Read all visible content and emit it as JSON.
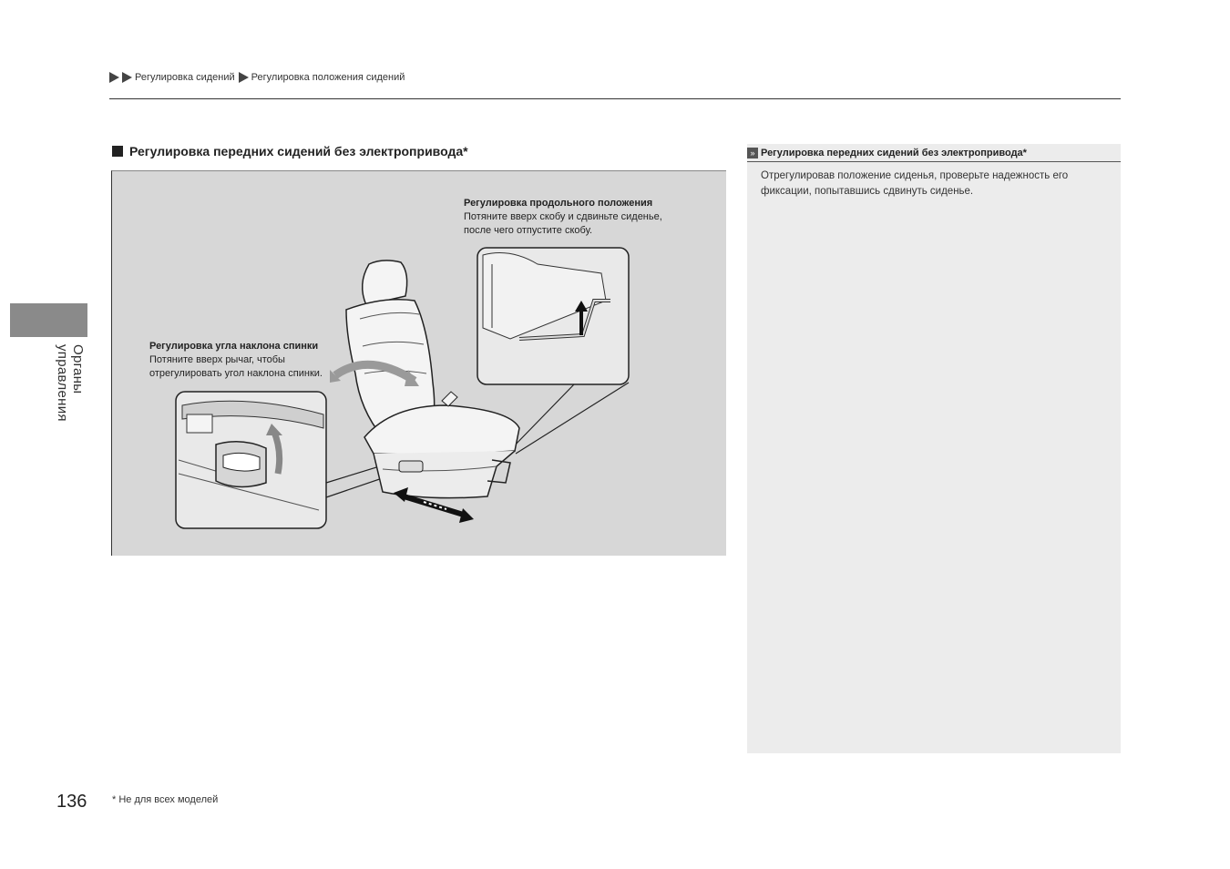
{
  "breadcrumb": {
    "items": [
      "Регулировка сидений",
      "Регулировка положения сидений"
    ]
  },
  "side_tab": {
    "label": "Органы управления"
  },
  "section": {
    "title": "Регулировка передних сидений без электропривода*"
  },
  "figure": {
    "recline": {
      "title": "Регулировка угла наклона спинки",
      "line1": "Потяните вверх рычаг, чтобы",
      "line2": "отрегулировать угол наклона спинки."
    },
    "slide": {
      "title": "Регулировка продольного положения",
      "line1": "Потяните вверх скобу и сдвиньте сиденье,",
      "line2": "после чего отпустите скобу."
    }
  },
  "note": {
    "title": "Регулировка передних сидений без электропривода*",
    "line1": "Отрегулировав положение сиденья, проверьте надежность его",
    "line2": "фиксации, попытавшись сдвинуть сиденье."
  },
  "page_number": "136",
  "footnote": "* Не для всех моделей"
}
